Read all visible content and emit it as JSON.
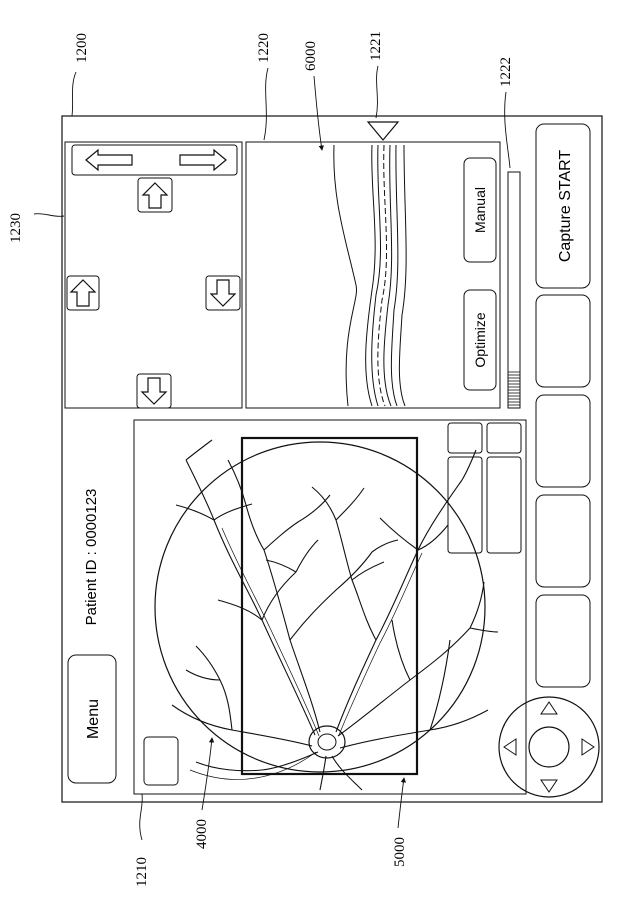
{
  "ui": {
    "menu_label": "Menu",
    "patient_id": "Patient ID : 0000123",
    "capture_label": "Capture START",
    "optimize_label": "Optimize",
    "manual_label": "Manual"
  },
  "reference_numerals": {
    "device": "1200",
    "image_panel": "1210",
    "oct_panel": "1220",
    "oct_marker": "1221",
    "signal_bar": "1222",
    "control_panel": "1230",
    "fundus_image": "4000",
    "scan_area": "5000",
    "oct_image": "6000"
  },
  "icons": {
    "arrows": [
      "arrow-left-icon",
      "arrow-right-icon",
      "arrow-up-icon",
      "arrow-down-icon"
    ],
    "dpad": [
      "dpad-up-icon",
      "dpad-down-icon",
      "dpad-left-icon",
      "dpad-right-icon"
    ],
    "marker": "triangle-marker-icon"
  },
  "colors": {
    "line": "#111111",
    "background": "#ffffff"
  }
}
